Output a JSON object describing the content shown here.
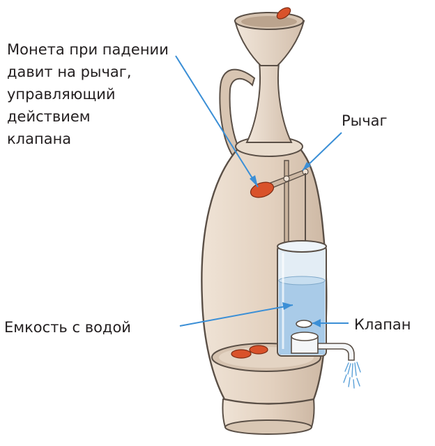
{
  "labels": {
    "coin_lines": [
      "Монета при падении",
      "давит на рычаг,",
      "управляющий",
      "действием",
      "клапана"
    ],
    "lever": "Рычаг",
    "tank": "Емкость с водой",
    "valve": "Клапан"
  },
  "colors": {
    "vessel_fill": "#e6d6c6",
    "vessel_stroke": "#5a4f46",
    "coin": "#d9522a",
    "water": "#a9cbe8",
    "glass": "#e3edf5",
    "pointer": "#3b8fd6",
    "text": "#231f20"
  }
}
